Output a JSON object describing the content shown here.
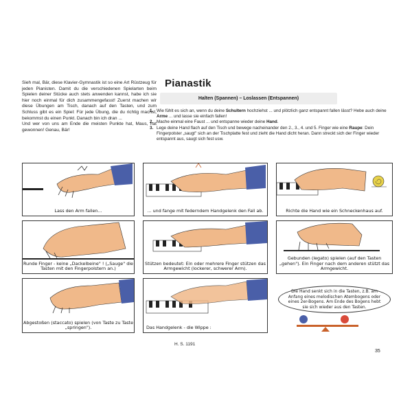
{
  "page": {
    "title": "Pianastik",
    "subtitle": "Halten (Spannen) – Loslassen (Entspannen)",
    "page_number": "35",
    "footer_code": "H. S. 1191"
  },
  "intro": {
    "paragraphs": [
      "Sieh mal, Bär, diese Klavier-Gymnastik ist so eine Art Rüstzeug für jeden Pianisten. Damit du die verschiedenen Spielarten beim Spielen deiner Stücke auch stets anwenden kannst, habe ich sie hier noch einmal für dich zusammengefasst! Zuerst machen wir diese Übungen am Tisch, danach auf den Tasten, und zum Schluss gibt es ein Spiel: Für jede Übung, die du richtig machst, bekommst du einen Punkt. Danach bin ich dran ...",
      "Und wer von uns am Ende die meisten Punkte hat, Maus, hat gewonnen! Genau, Bär!"
    ]
  },
  "steps": [
    {
      "num": "1.",
      "pre": "Wie fühlt es sich an, wenn du deine ",
      "bold": "Schultern",
      "post": " hochziehst ... und plötzlich ganz entspannt fallen lässt? Hebe auch deine ",
      "bold2": "Arme",
      "post2": " ... und lasse sie einfach fallen!"
    },
    {
      "num": "2.",
      "pre": "Mache einmal eine Faust ... und entspanne wieder deine ",
      "bold": "Hand",
      "post": ".",
      "bold2": "",
      "post2": ""
    },
    {
      "num": "3.",
      "pre": "Lege deine Hand flach auf den Tisch und bewege nacheinander den 2., 3., 4. und 5. Finger wie eine ",
      "bold": "Raupe",
      "post": ": Dein Fingerpolster „saugt\" sich an der Tischplatte fest und zieht die Hand dicht heran. Dann streckt sich der Finger wieder entspannt aus, saugt sich fest usw.",
      "bold2": "",
      "post2": ""
    }
  ],
  "panels": [
    {
      "caption": "Lass den Arm fallen..."
    },
    {
      "caption": "... und fange mit federndem Handgelenk den Fall ab."
    },
    {
      "caption": "Richte die Hand wie ein Schneckenhaus auf."
    },
    {
      "caption": "Runde Finger - keine „Dackelbeine\" ! („Sauge\" die Tasten mit den Fingerpolstern an.)"
    },
    {
      "caption": "Stützen bedeutet: Ein oder mehrere Finger stützen das Armgewicht (lockerer, schwerer Arm)."
    },
    {
      "caption": "Gebunden (legato) spielen (auf den Tasten „gehen\"). Ein Finger nach dem anderen stützt das Armgewicht."
    },
    {
      "caption": "Abgestoßen (staccato) spielen (von Taste zu Taste „springen\")."
    },
    {
      "caption": "Das Handgelenk - die Wippe :"
    },
    {
      "caption": ""
    }
  ],
  "speech": "Die Hand senkt sich in die Tasten, z.B. am Anfang eines melodischen Atembogens oder eines 2er-Bogens. Am Ende des Bogens hebt sie sich wieder aus den Tasten.",
  "colors": {
    "skin": "#f0b98a",
    "skin_shadow": "#d98f5e",
    "sleeve": "#4a5fa8",
    "subtitle_bg": "#ededed",
    "snail": "#e8d24a",
    "dog": "#c9612a"
  }
}
